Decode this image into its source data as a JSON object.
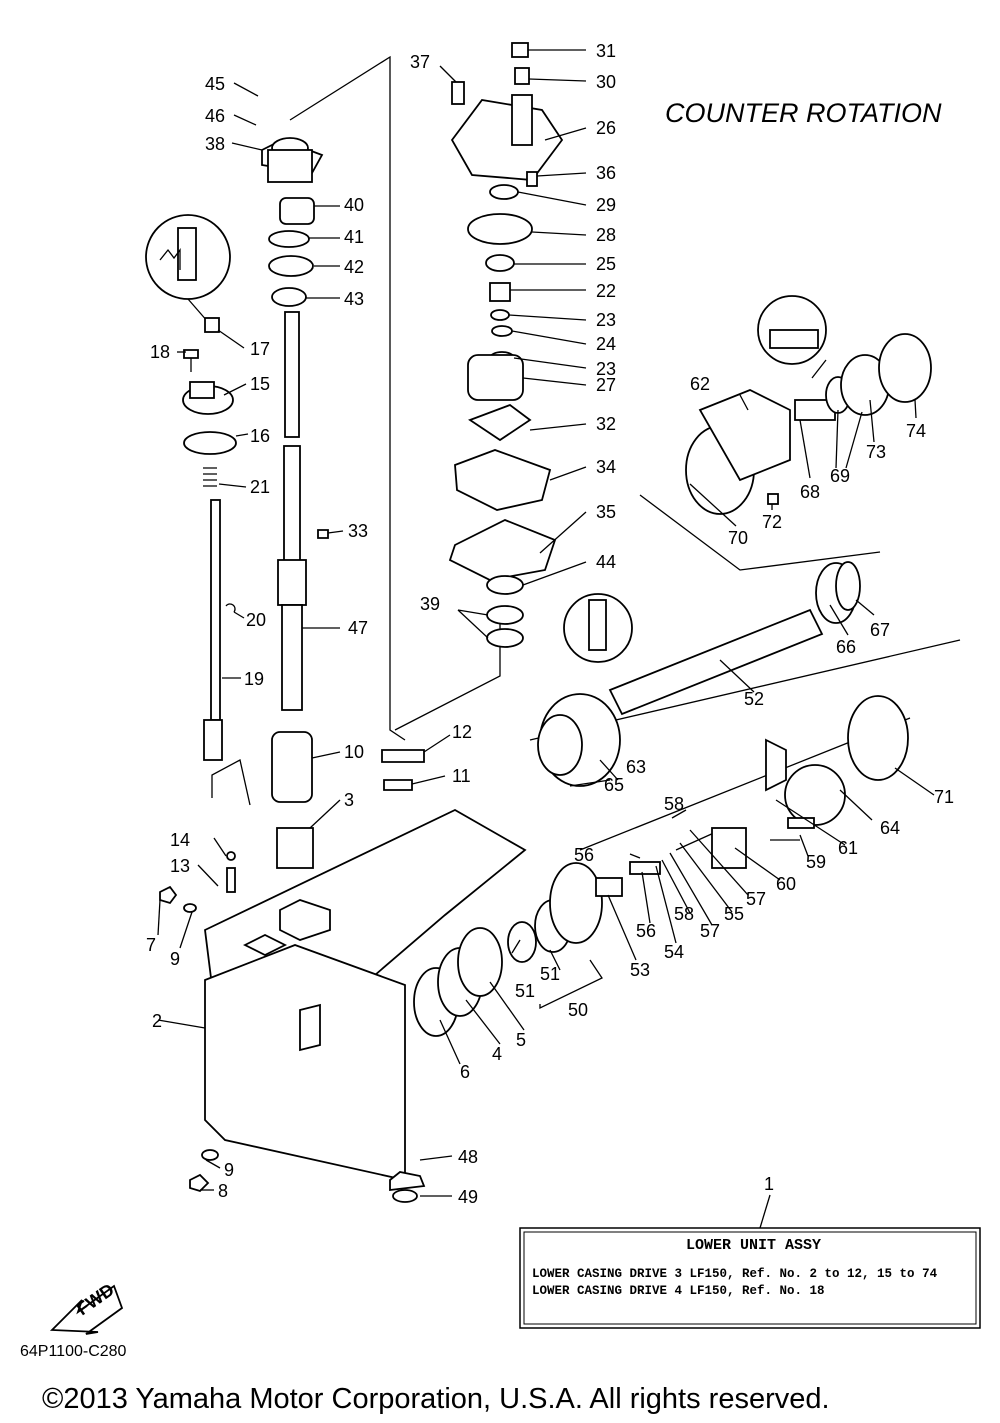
{
  "title": "COUNTER  ROTATION",
  "diagram_code": "64P1100-C280",
  "copyright": "©2013 Yamaha Motor Corporation, U.S.A. All rights reserved.",
  "fwd_label": "FWD",
  "icons": [
    "molybdenum-grease-icon",
    "water-resistant-grease-icon",
    "gasket-maker-icon"
  ],
  "info_box": {
    "ref_number": "1",
    "heading": "LOWER  UNIT  ASSY",
    "line1": "LOWER CASING DRIVE 3 LF150, Ref. No. 2 to 12, 15 to 74",
    "line2": "LOWER CASING DRIVE 4 LF150, Ref. No. 18"
  },
  "callouts": [
    "2",
    "3",
    "4",
    "5",
    "6",
    "7",
    "8",
    "9",
    "9",
    "10",
    "11",
    "12",
    "13",
    "14",
    "15",
    "16",
    "17",
    "18",
    "19",
    "20",
    "21",
    "22",
    "23",
    "23",
    "24",
    "25",
    "26",
    "27",
    "28",
    "29",
    "30",
    "31",
    "32",
    "33",
    "34",
    "35",
    "36",
    "37",
    "38",
    "39",
    "40",
    "41",
    "42",
    "43",
    "44",
    "45",
    "46",
    "47",
    "48",
    "49",
    "50",
    "51",
    "51",
    "52",
    "53",
    "54",
    "55",
    "56",
    "56",
    "57",
    "57",
    "58",
    "58",
    "59",
    "60",
    "61",
    "62",
    "63",
    "64",
    "65",
    "66",
    "67",
    "68",
    "69",
    "70",
    "71",
    "72",
    "73",
    "74"
  ]
}
